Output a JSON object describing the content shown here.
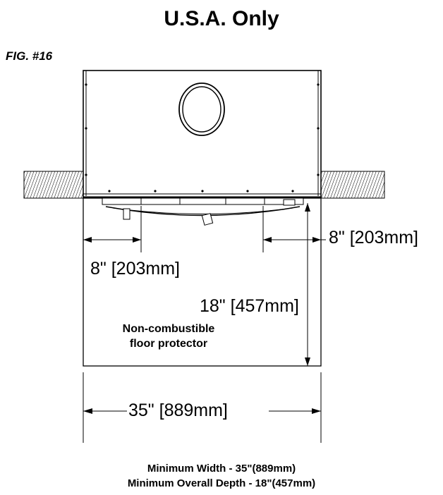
{
  "title": "U.S.A. Only",
  "figure_label": "FIG. #16",
  "dimensions": {
    "right_side_clearance": "8\" [203mm]",
    "left_side_clearance": "8\" [203mm]",
    "front_depth": "18\" [457mm]",
    "overall_width": "35\" [889mm]"
  },
  "floor_protector": {
    "line1": "Non-combustible",
    "line2": "floor protector"
  },
  "footer": {
    "min_width": "Minimum Width - 35\"(889mm)",
    "min_depth": "Minimum Overall Depth - 18\"(457mm)"
  }
}
